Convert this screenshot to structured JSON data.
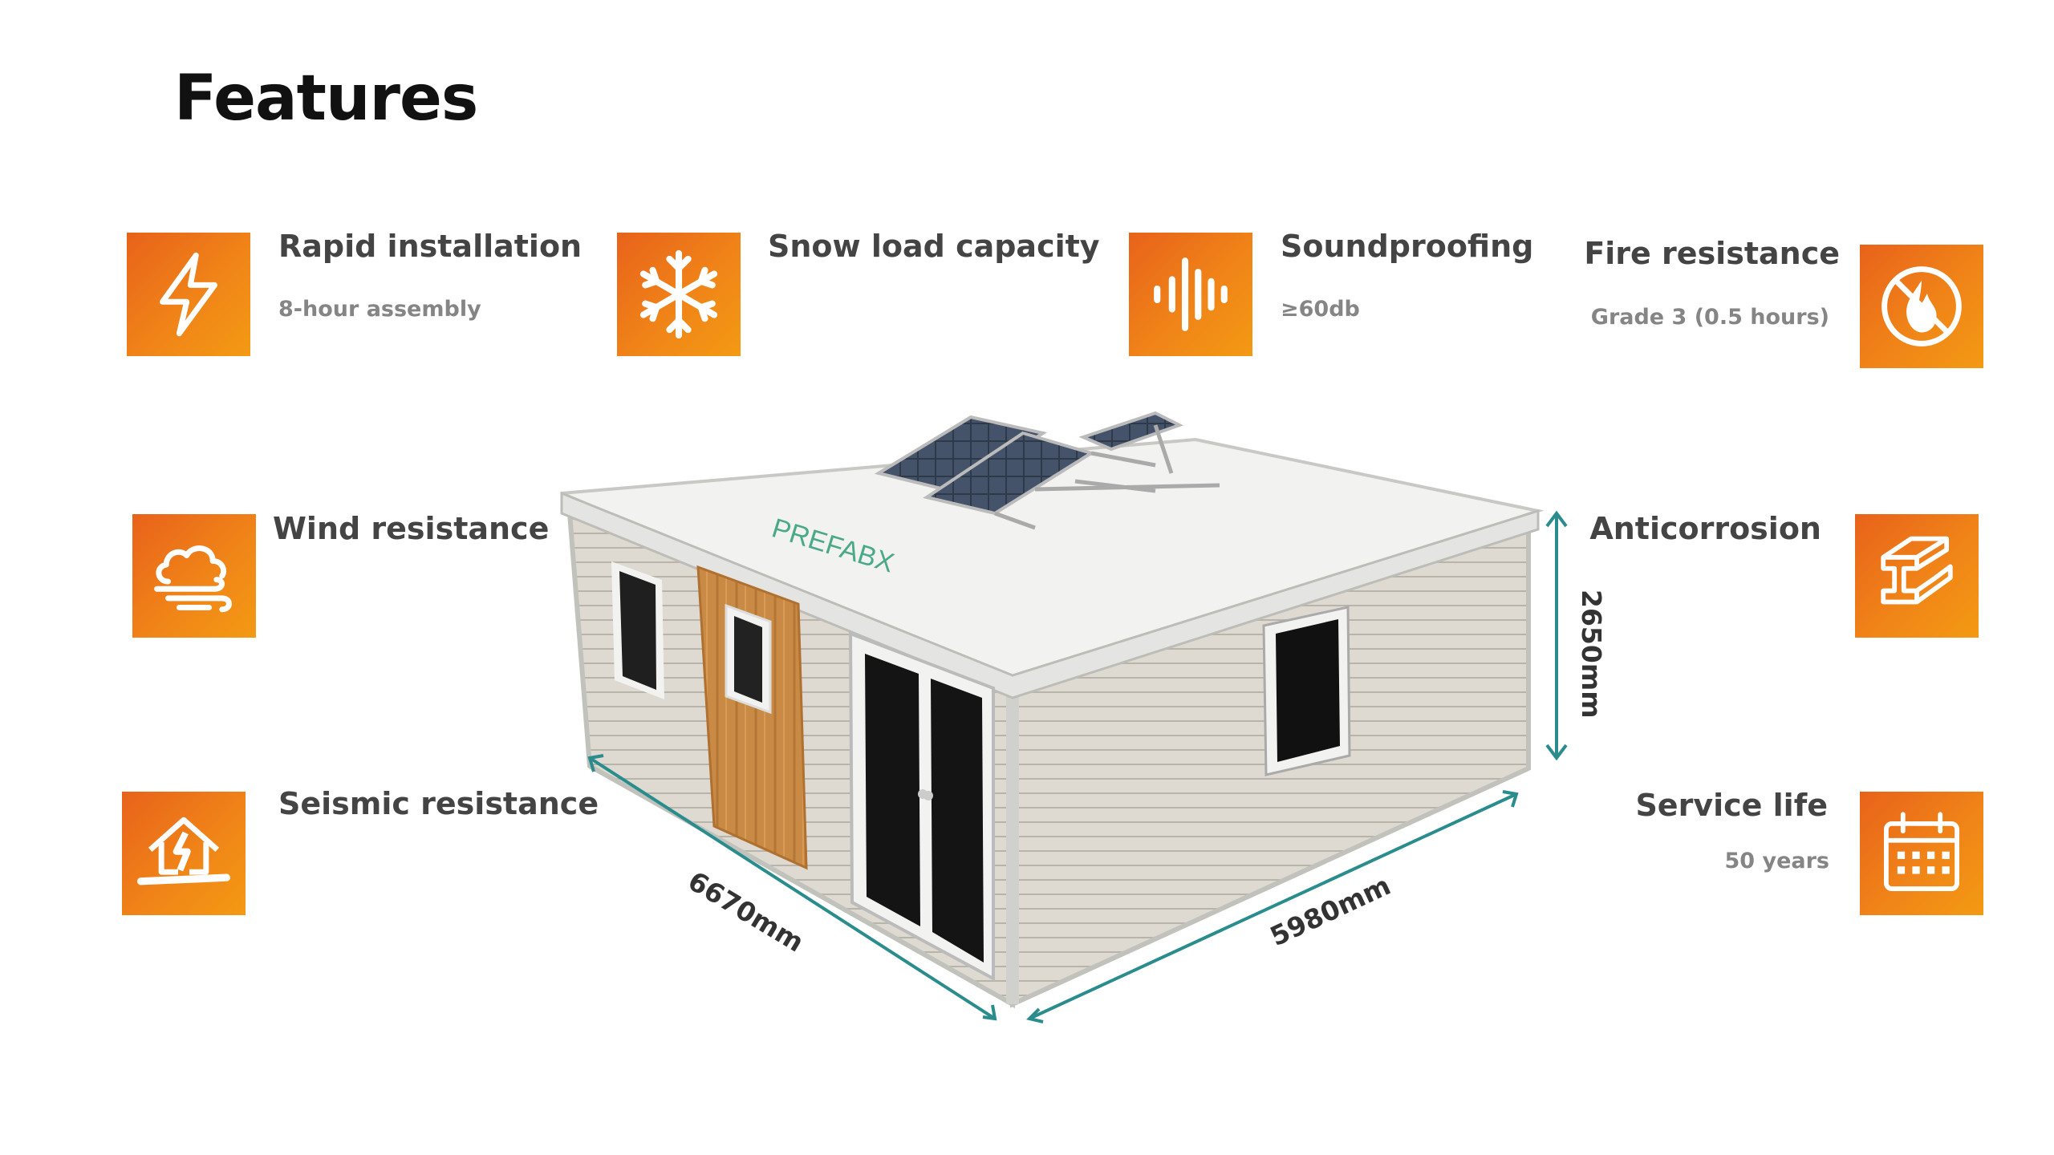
{
  "page": {
    "title": "Features"
  },
  "features": {
    "rapid": {
      "title": "Rapid installation",
      "subtitle": "8-hour assembly",
      "icon": "lightning-icon"
    },
    "snow": {
      "title": "Snow load capacity",
      "icon": "snowflake-icon"
    },
    "sound": {
      "title": "Soundproofing",
      "subtitle": "≥60db",
      "icon": "sound-wave-icon"
    },
    "fire": {
      "title": "Fire resistance",
      "subtitle": "Grade 3 (0.5 hours)",
      "icon": "no-fire-icon"
    },
    "wind": {
      "title": "Wind resistance",
      "icon": "wind-cloud-icon"
    },
    "corrosion": {
      "title": "Anticorrosion",
      "icon": "steel-beam-icon"
    },
    "seismic": {
      "title": "Seismic resistance",
      "icon": "earthquake-house-icon"
    },
    "life": {
      "title": "Service life",
      "subtitle": "50 years",
      "icon": "calendar-icon"
    }
  },
  "house": {
    "brand": "PREFABX",
    "dimensions": {
      "length": "6670mm",
      "width": "5980mm",
      "height": "2650mm"
    }
  },
  "colors": {
    "accent": "#f08418",
    "accent_dark": "#e8621a",
    "dimension_line": "#2a8c8c"
  }
}
